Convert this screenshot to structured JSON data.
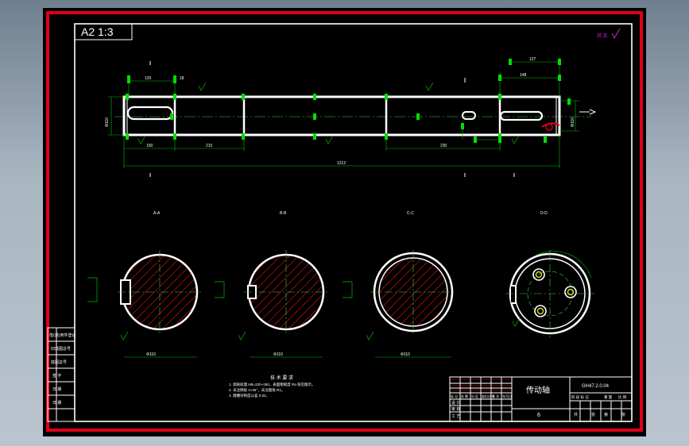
{
  "header": {
    "scale_text": "A2 1:3"
  },
  "title_block": {
    "part_name": "传动轴",
    "drawing_number": "GH47.2.0.04",
    "quantity": "6",
    "col_labels": [
      "标 记",
      "处 数",
      "分 区",
      "更改文件号",
      "签 名",
      "年月日"
    ],
    "row_labels": [
      "设 计",
      "审 核",
      "工 艺"
    ],
    "right_labels": [
      "阶 段 标 记",
      "重 量",
      "比 例",
      "共",
      "张",
      "第",
      "张"
    ]
  },
  "side_table": {
    "rows": [
      "借(通)用件登记",
      "旧底图总号",
      "底图总号",
      "签 字",
      "日 期",
      "日 期"
    ]
  },
  "notes": {
    "title": "技 术 要 求",
    "lines": [
      "1. 调质处理 HB=220~250，表面粗糙度 Ra 值见图示。",
      "2. 未注倒角 1×45°，未注圆角 R1。",
      "3. 键槽对称度公差 0.02。"
    ]
  },
  "views": {
    "section_labels": [
      "A-A",
      "B-B",
      "C-C",
      "D-D"
    ],
    "section_diameters": [
      "Φ110",
      "Φ110",
      "Φ110"
    ]
  },
  "dims": {
    "overall_length": "1212",
    "seg_a": "150",
    "seg_b": "210",
    "seg_c": "230",
    "top_a": "120",
    "top_b": "18",
    "top_c": "127",
    "top_d": "148",
    "dia_left": "Φ110",
    "dia_right": "Φ110"
  },
  "colors": {
    "frame": "#e0001a",
    "line": "#ffffff",
    "dim": "#00c000",
    "center": "#3cd03c",
    "hatch": "#d01010",
    "text": "#ffffff",
    "marker": "#00e000",
    "extra": "#cc22cc"
  }
}
